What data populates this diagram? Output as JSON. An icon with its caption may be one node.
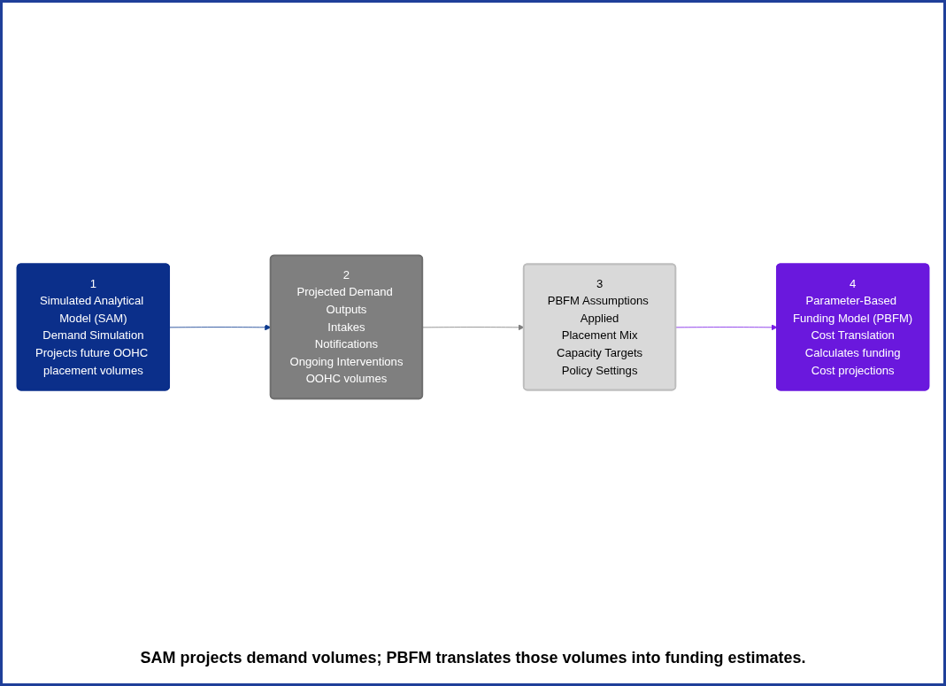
{
  "diagram": {
    "caption": "SAM projects demand volumes; PBFM translates those volumes into funding estimates.",
    "nodes": [
      {
        "text": [
          "1",
          "Simulated Analytical Model (SAM)",
          "Demand Simulation",
          "Projects future OOHC placement volumes"
        ]
      },
      {
        "text": [
          "2",
          "Projected Demand Outputs",
          "Intakes",
          "Notifications",
          "Ongoing Interventions",
          "OOHC volumes"
        ]
      },
      {
        "text": [
          "3",
          "PBFM Assumptions Applied",
          "Placement Mix",
          "Capacity Targets",
          "Policy Settings"
        ]
      },
      {
        "text": [
          "4",
          "Parameter-Based Funding Model (PBFM)",
          "Cost Translation",
          "Calculates funding",
          "Cost projections"
        ]
      }
    ],
    "edges": [
      {
        "from": 0,
        "to": 1,
        "arrow": "to",
        "color": "#0b3a8f"
      },
      {
        "from": 1,
        "to": 2,
        "arrow": "to",
        "color": "#7f7f7f"
      },
      {
        "from": 2,
        "to": 3,
        "arrow": "to",
        "color": "#7b1ee6"
      }
    ]
  }
}
